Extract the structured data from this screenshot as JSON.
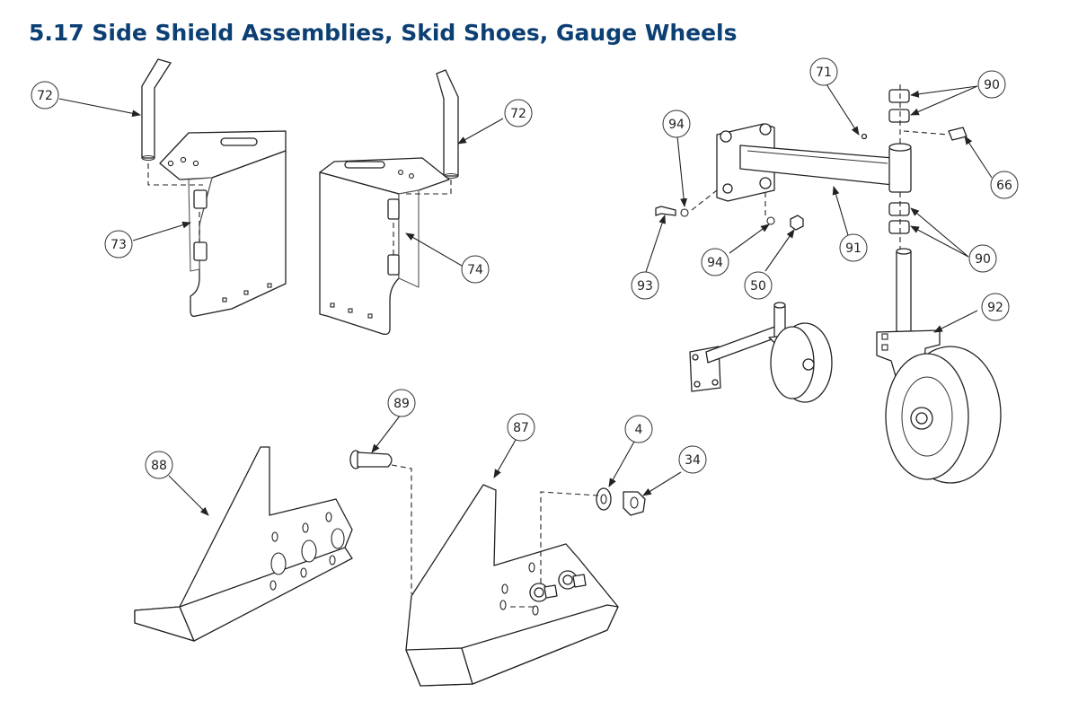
{
  "title": "5.17 Side Shield Assemblies, Skid Shoes, Gauge Wheels",
  "callouts": {
    "c72a": "72",
    "c72b": "72",
    "c73": "73",
    "c74": "74",
    "c71": "71",
    "c94a": "94",
    "c94b": "94",
    "c93": "93",
    "c50": "50",
    "c91": "91",
    "c90a": "90",
    "c90b": "90",
    "c66": "66",
    "c92": "92",
    "c88": "88",
    "c89": "89",
    "c87": "87",
    "c4": "4",
    "c34": "34"
  }
}
